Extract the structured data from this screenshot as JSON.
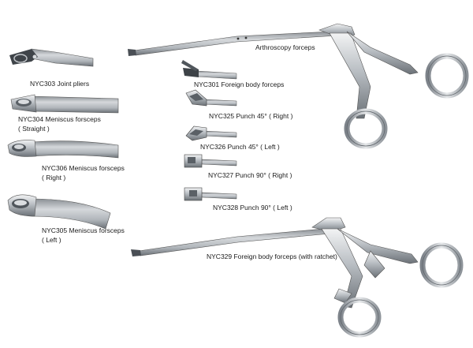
{
  "colors": {
    "background": "#ffffff",
    "steel_light": "#e2e4e6",
    "steel_mid": "#a8adb2",
    "steel_dark": "#5f656b",
    "text": "#1a1a1a"
  },
  "labels": {
    "arthroscopy": "Arthroscopy  forceps",
    "nyc303": "NYC303  Joint pliers",
    "nyc304_line1": "NYC304  Meniscus forsceps",
    "nyc304_line2": "( Straight )",
    "nyc306_line1": "NYC306  Meniscus forsceps",
    "nyc306_line2": "( Right )",
    "nyc305_line1": "NYC305 Meniscus forsceps",
    "nyc305_line2": "( Left )",
    "nyc301": "NYC301   Foreign body forceps",
    "nyc325": "NYC325 Punch 45°  ( Right )",
    "nyc326": "NYC326 Punch 45°  ( Left )",
    "nyc327": "NYC327 Punch 90°  ( Right )",
    "nyc328": "NYC328 Punch 90°   ( Left )",
    "nyc329": "NYC329  Foreign body forceps (with ratchet)"
  },
  "icons": {
    "top_instrument": "arthroscopy-forceps-icon",
    "bottom_instrument": "foreign-body-forceps-ratchet-icon"
  }
}
